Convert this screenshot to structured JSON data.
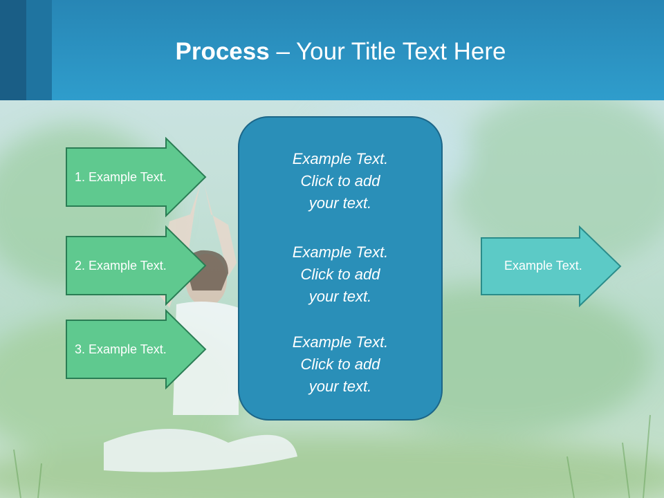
{
  "title": {
    "bold": "Process",
    "rest": " – Your Title Text Here"
  },
  "left_arrows": [
    {
      "label": "1. Example Text."
    },
    {
      "label": "2. Example Text."
    },
    {
      "label": "3. Example Text."
    }
  ],
  "center_box": {
    "blocks": [
      {
        "line1": "Example Text.",
        "line2": "Click  to add",
        "line3": "your text."
      },
      {
        "line1": "Example Text.",
        "line2": "Click  to add",
        "line3": "your text."
      },
      {
        "line1": "Example Text.",
        "line2": "Click  to add",
        "line3": "your text."
      }
    ]
  },
  "right_arrow": {
    "label": "Example Text."
  },
  "colors": {
    "header": "#2f9dcc",
    "left_arrow_fill": "#5fc98f",
    "left_arrow_stroke": "#2a7d54",
    "center_box_fill": "#2a8fb8",
    "right_arrow_fill": "#5ccac6",
    "right_arrow_stroke": "#2a8c8a"
  },
  "background": {
    "description_icon": "yoga-meditation-photo"
  }
}
